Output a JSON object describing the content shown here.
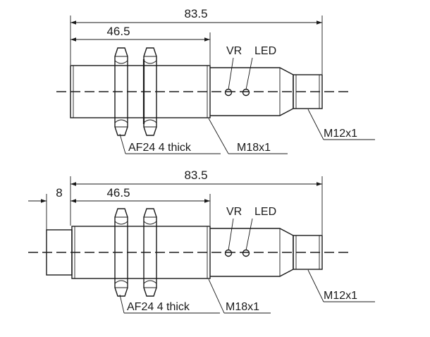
{
  "views": [
    {
      "id": "top",
      "dim_overall": "83.5",
      "dim_thread": "46.5",
      "dim_extension": "",
      "label_vr": "VR",
      "label_led": "LED",
      "label_nut": "AF24  4 thick",
      "label_thread": "M18x1",
      "label_connector": "M12x1"
    },
    {
      "id": "bottom",
      "dim_overall": "83.5",
      "dim_thread": "46.5",
      "dim_extension": "8",
      "label_vr": "VR",
      "label_led": "LED",
      "label_nut": "AF24  4 thick",
      "label_thread": "M18x1",
      "label_connector": "M12x1"
    }
  ]
}
